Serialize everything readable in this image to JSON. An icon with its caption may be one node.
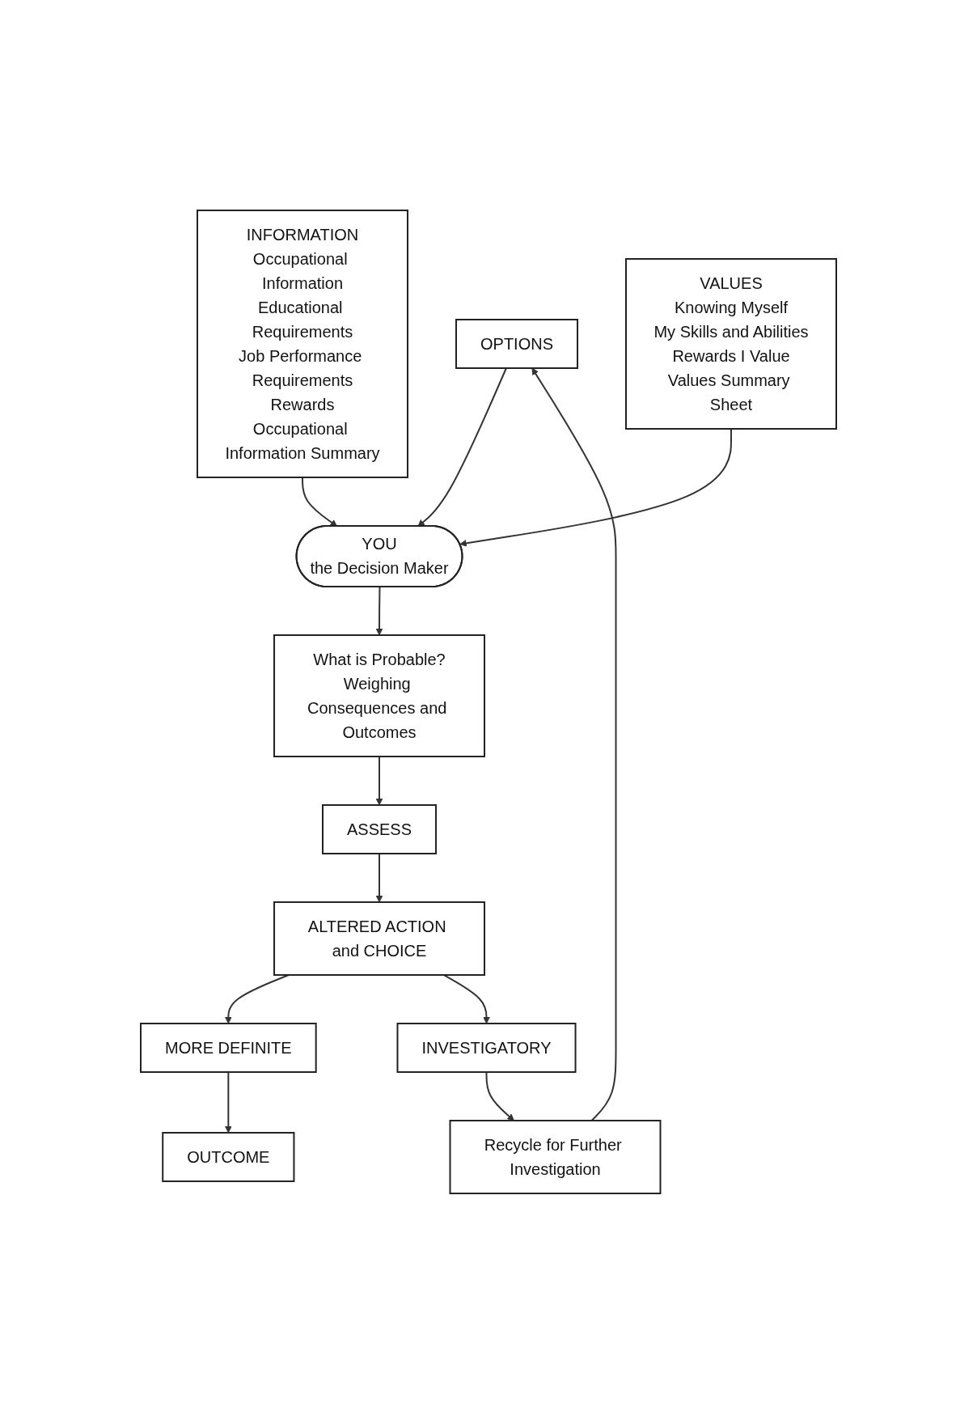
{
  "diagram": {
    "nodes": [
      {
        "text": [
          "OPTIONS"
        ]
      },
      {
        "text": [
          "YOU",
          "the Decision Maker"
        ]
      },
      {
        "text": [
          "INFORMATION",
          "Occupational Information",
          "Educational Requirements",
          "Job Performance Requirements",
          "Rewards",
          "Occupational Information Summary"
        ]
      },
      {
        "text": [
          "VALUES",
          "Knowing Myself",
          "My Skills and Abilities",
          "Rewards I Value",
          "Values Summary Sheet"
        ]
      },
      {
        "text": [
          "What is Probable?",
          "Weighing Consequences and Outcomes"
        ]
      },
      {
        "text": [
          "OUTCOME"
        ]
      },
      {
        "text": [
          "Recycle for Further Investigation"
        ]
      },
      {
        "text": [
          "ASSESS"
        ]
      },
      {
        "text": [
          "ALTERED ACTION and CHOICE"
        ]
      },
      {
        "text": [
          "MORE DEFINITE"
        ]
      },
      {
        "text": [
          "INVESTIGATORY"
        ]
      }
    ],
    "edges": [
      {
        "from": 0,
        "to": 1,
        "arrow": "to"
      },
      {
        "from": 2,
        "to": 1,
        "arrow": "to"
      },
      {
        "from": 3,
        "to": 1,
        "arrow": "to"
      },
      {
        "from": 1,
        "to": 4,
        "arrow": "to"
      },
      {
        "from": 4,
        "to": 7,
        "arrow": "to"
      },
      {
        "from": 7,
        "to": 8,
        "arrow": "to"
      },
      {
        "from": 8,
        "to": 9,
        "arrow": "to"
      },
      {
        "from": 8,
        "to": 10,
        "arrow": "to"
      },
      {
        "from": 9,
        "to": 5,
        "arrow": "to"
      },
      {
        "from": 10,
        "to": 6,
        "arrow": "to"
      },
      {
        "from": 6,
        "to": 0,
        "arrow": "to"
      }
    ]
  }
}
